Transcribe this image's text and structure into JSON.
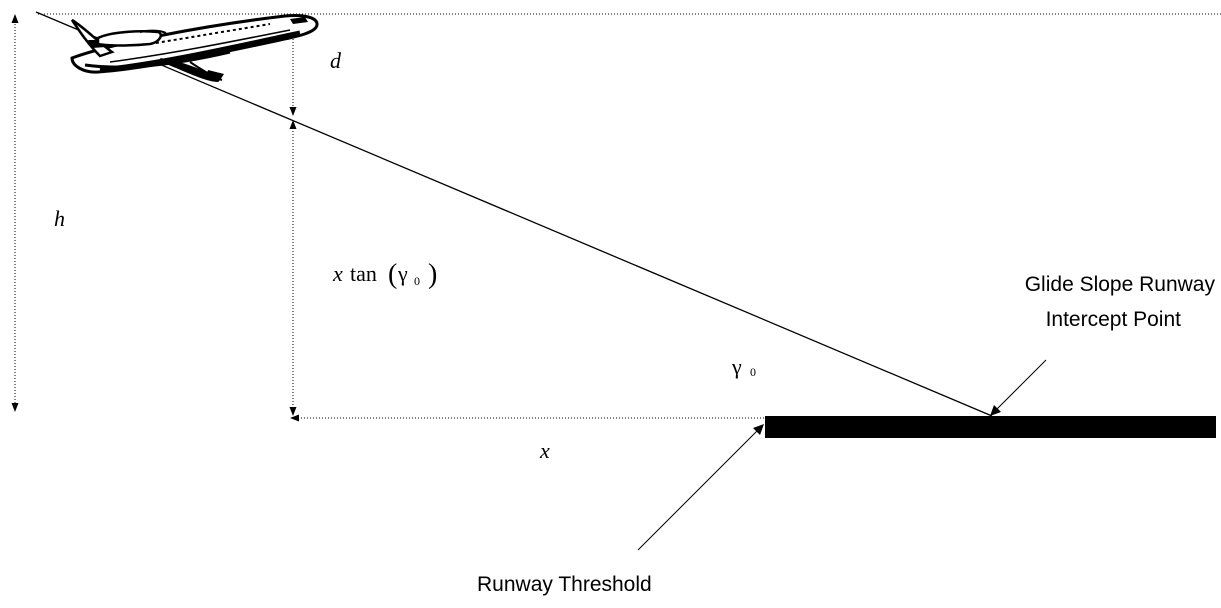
{
  "labels": {
    "d": "d",
    "h": "h",
    "x": "x",
    "x_tan_x": "x",
    "x_tan_fn": "tan",
    "gamma_symbol": "γ",
    "gamma_subscript": "0",
    "paren_open": "(",
    "paren_close": ")",
    "angle_gamma": "γ",
    "angle_subscript": "0",
    "intercept_line1": "Glide Slope Runway",
    "intercept_line2": "Intercept Point",
    "threshold": "Runway Threshold"
  },
  "icons": {
    "airplane": "airplane-icon"
  },
  "colors": {
    "ink": "#000000",
    "background": "#ffffff"
  }
}
